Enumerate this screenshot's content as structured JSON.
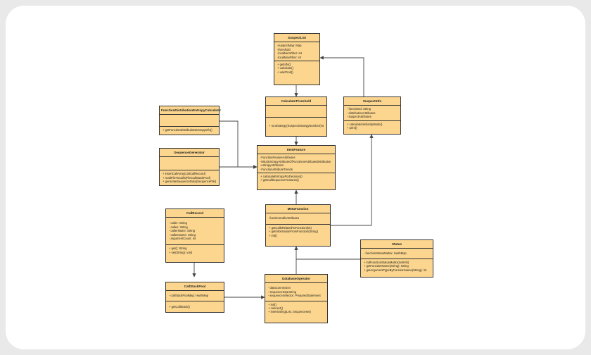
{
  "classes": {
    "suspect_list": {
      "name": "SuspectList",
      "attributes": [
        "-suspectMap: Map",
        "-threshold",
        "-localNumFilter: int",
        "-localMaxFilter: int"
      ],
      "methods": [
        "+ getInfo()",
        "+ calculate()",
        "+ useIFruit()"
      ]
    },
    "calculate_threshold": {
      "name": "CalculateThreshold",
      "attributes": [],
      "methods": [
        "+ runStrategy(SuspectStrategyNumber(int))"
      ]
    },
    "suspect_info": {
      "name": "SuspectInfo",
      "attributes": [
        "- functionId: String",
        "- distributionAttributes",
        "- suspectAttributes"
      ],
      "methods": [
        "+ calculateSimilarityMode()",
        "+ print()"
      ]
    },
    "function_distribution": {
      "name": "FunctionDistributionEntropyCalculator",
      "attributes": [],
      "methods": [
        "+ getFunctionDistributionEntropyInfo()"
      ]
    },
    "sequence_generator": {
      "name": "SequenceGenerator",
      "attributes": [],
      "methods": [
        "+ insertCallArray(ListCallRecord)",
        "+ readFileToCalls(FileCallStackPool)",
        "+ generateSequenceData(SequenceFile)"
      ]
    },
    "item_feature": {
      "name": "ItemFeature",
      "attributes": [
        "-FunctionFeatureAttributes",
        "-MILEEntropyAttributeOfFunctionsAttributeDistribution",
        "-entropyAttributes",
        "-FunctionAttributeTrends"
      ],
      "methods": [
        "+ calculateEntropyForDecision()",
        "+ getCallSequenceFeatures()"
      ]
    },
    "meta_function": {
      "name": "MetaFunction",
      "attributes": [
        "-functionCallsAttributes"
      ],
      "methods": [
        "+ getCallsRelatedToFunction(int)",
        "+ getInformationFromFunction(String)",
        "+ init()"
      ]
    },
    "call_record": {
      "name": "CallRecord",
      "attributes": [
        "- caller: String",
        "- callee: String",
        "- callerName: String",
        "- calleeName: String",
        "- argumentCount: int"
      ],
      "methods": [
        "+ get(): String",
        "+ set(String): void"
      ]
    },
    "call_stack_pool": {
      "name": "CallStackPool",
      "attributes": [
        "- callStackPoolMap: HashMap"
      ],
      "methods": [
        "+ getCallStack()"
      ]
    },
    "database_operator": {
      "name": "DatabaseOperator",
      "attributes": [
        "- dataConnection",
        "- sequenceSQLString",
        "- sequenceSelector: PreparedStatement"
      ],
      "methods": [
        "+ init()",
        "+ connect()",
        "+ insertString(List, Sequenceset)"
      ]
    },
    "status": {
      "name": "Status",
      "attributes": [
        "- functionStatusMatrix: HashMap"
      ],
      "methods": [
        "+ initFunctionStatusMatrix(SetInfo)",
        "+ getFunctionName(String): String",
        "+ getArgumentTypeByFunctionName(String): int"
      ]
    }
  }
}
